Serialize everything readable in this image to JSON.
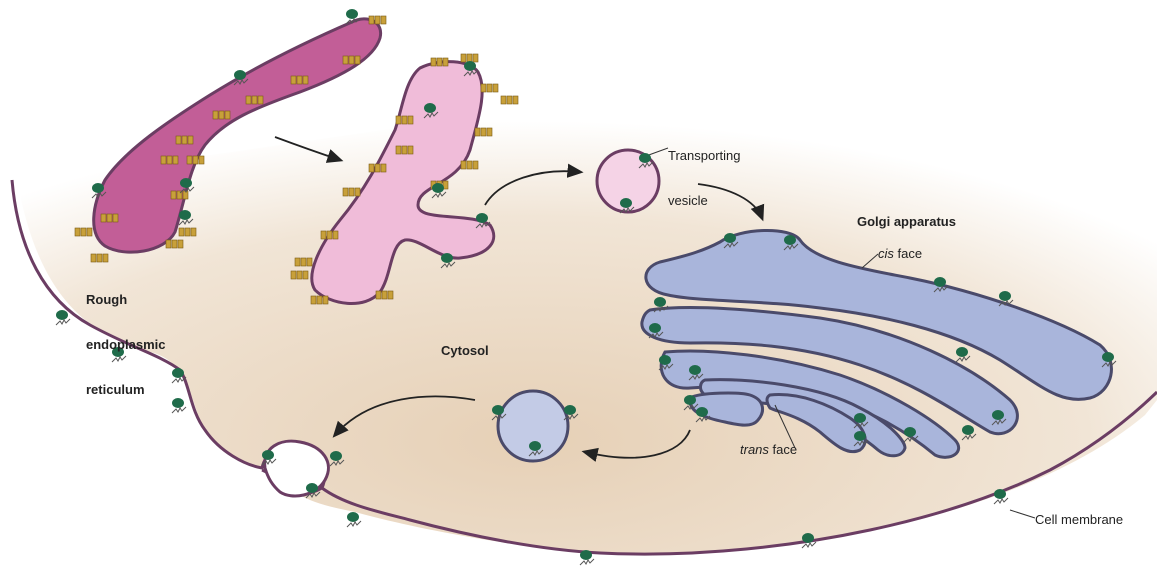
{
  "labels": {
    "rough_er": [
      "Rough",
      "endoplasmic",
      "reticulum"
    ],
    "transporting_vesicle": [
      "Transporting",
      "vesicle"
    ],
    "golgi_apparatus": "Golgi apparatus",
    "cis_face": {
      "italic": "cis",
      "rest": " face"
    },
    "trans_face": {
      "italic": "trans",
      "rest": " face"
    },
    "cytosol": "Cytosol",
    "cell_membrane": "Cell membrane"
  },
  "colors": {
    "cytosol_fill": "#ecdcc8",
    "cell_membrane": "#6b3d63",
    "rough_er_fill": "#c25e97",
    "er_transition_fill": "#f0bcd9",
    "vesicle_fill": "#f5d3e6",
    "golgi_fill": "#a9b5db",
    "golgi_outline": "#4a4a6a",
    "protein": "#1f6b4a",
    "ribosome": "#c8a03a",
    "glycan": "#555555"
  }
}
